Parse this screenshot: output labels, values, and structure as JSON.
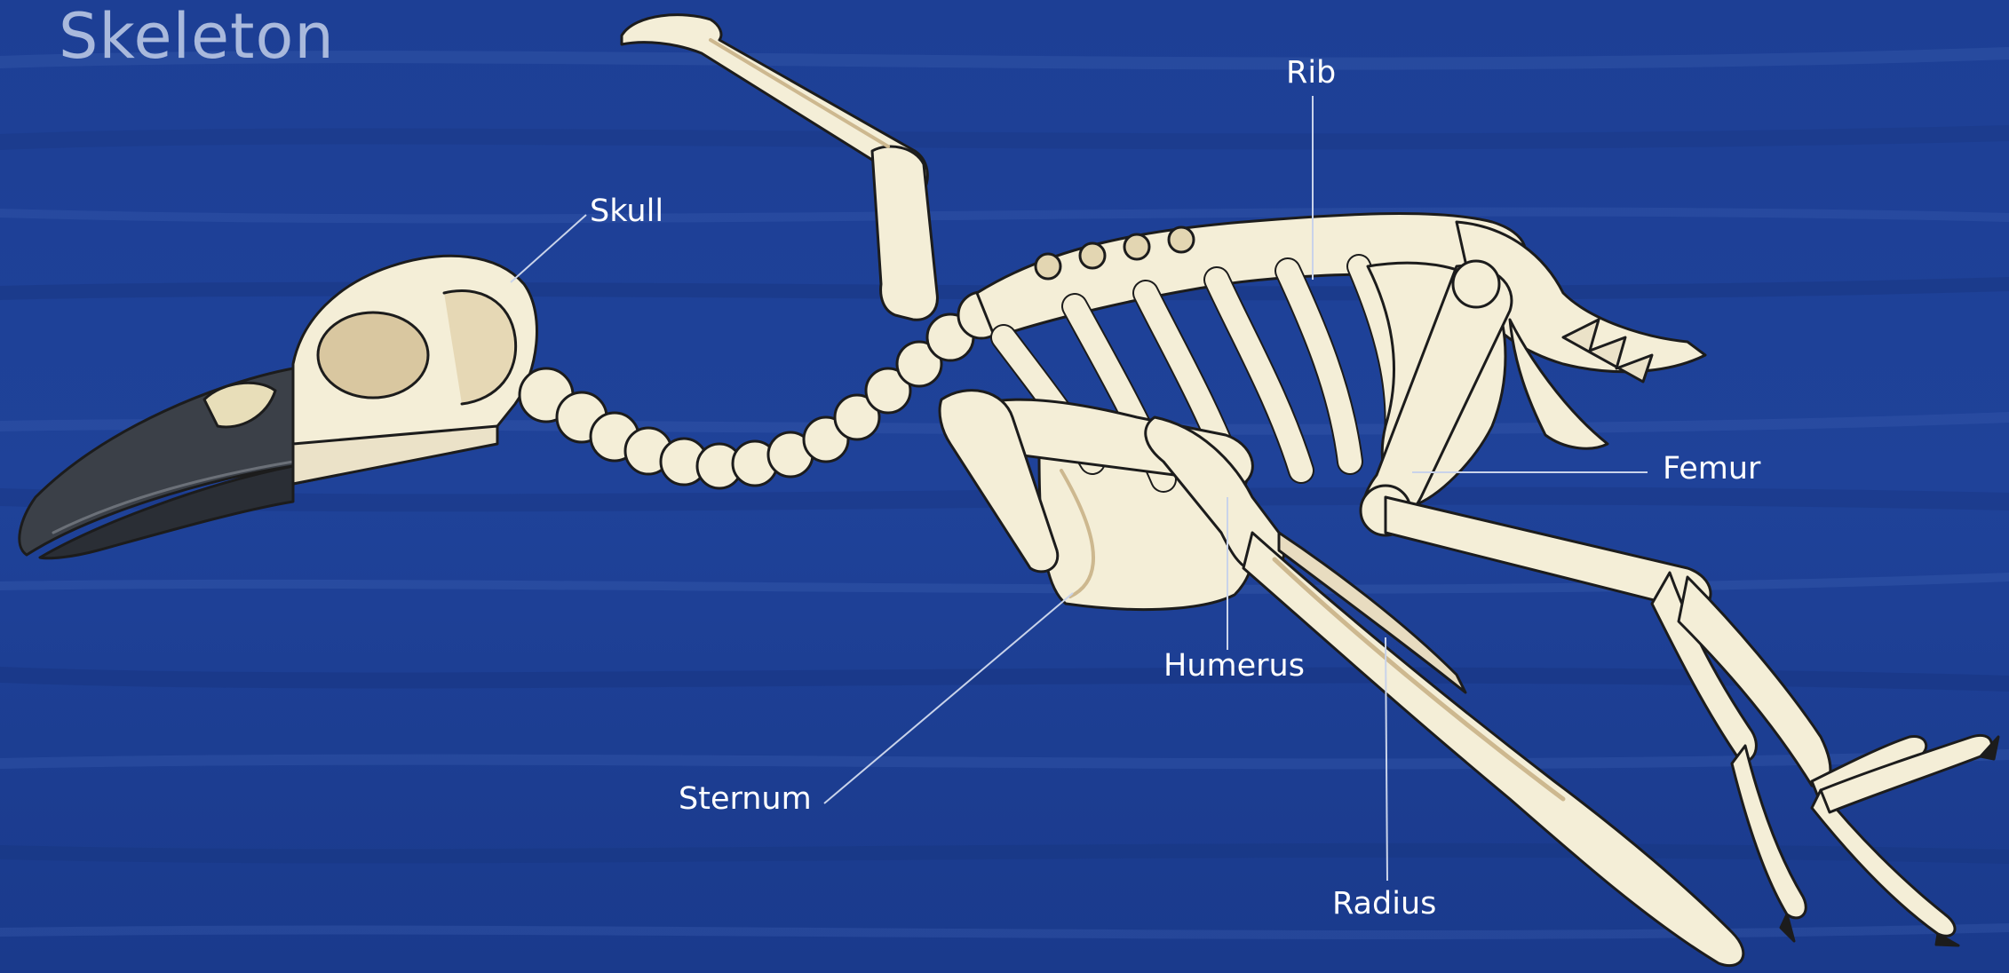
{
  "title": "Skeleton",
  "labels": {
    "skull": "Skull",
    "rib": "Rib",
    "femur": "Femur",
    "humerus": "Humerus",
    "sternum": "Sternum",
    "radius": "Radius"
  },
  "colors": {
    "background": "#1b3e93",
    "bone": "#f4eed7",
    "bone_shadow": "#cdb88f",
    "beak": "#3b4048",
    "outline": "#1c1c1c",
    "leader_line": "#c9d3ea",
    "title": "#a9b9dc"
  }
}
